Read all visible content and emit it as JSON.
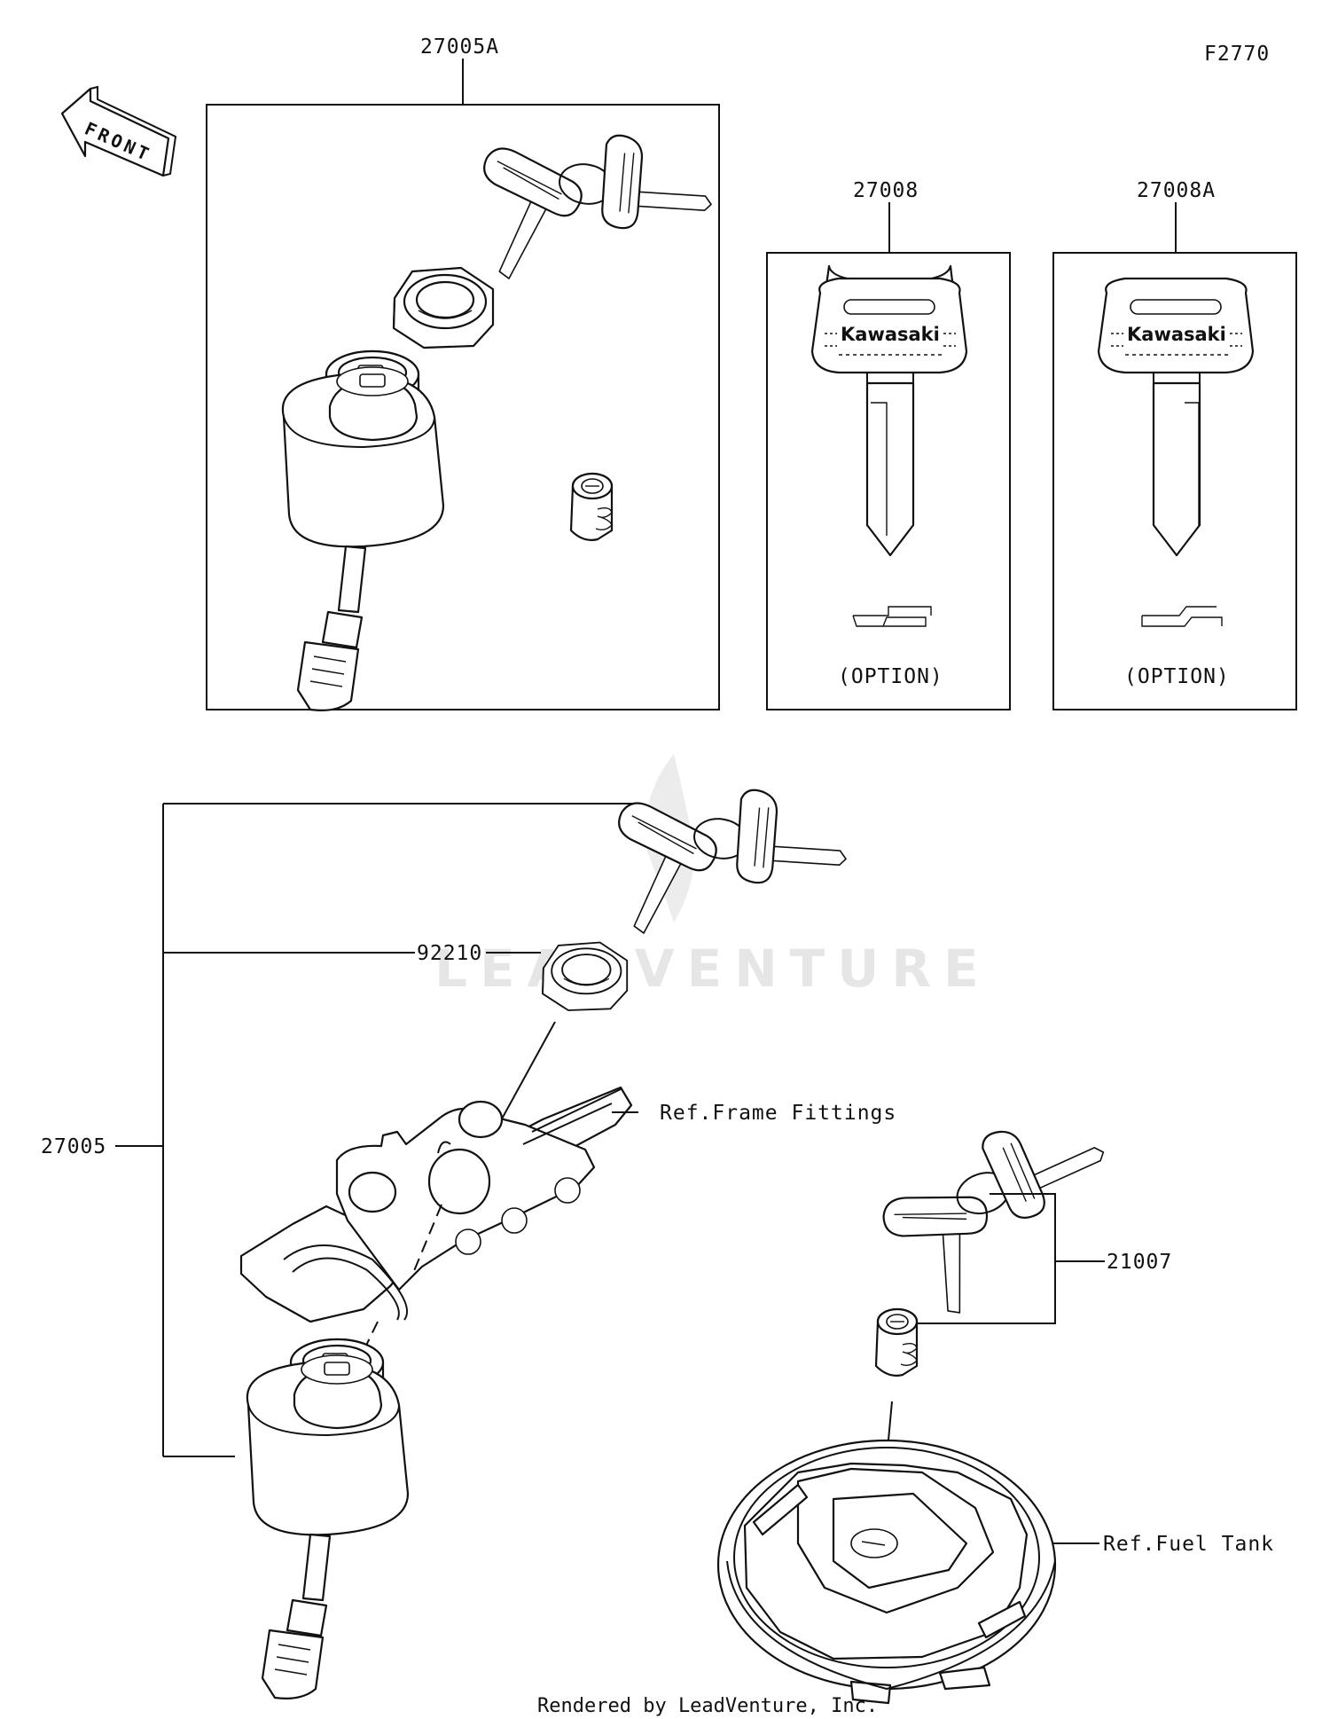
{
  "diagram": {
    "figure_code": "F2770",
    "front_arrow_label": "FRONT",
    "watermark": "LEADVENTURE",
    "footer": "Rendered by LeadVenture, Inc.",
    "key_brand": "Kawasaki",
    "parts": {
      "p27005A": "27005A",
      "p27008": "27008",
      "p27008A": "27008A",
      "p27005": "27005",
      "p92210": "92210",
      "p21007": "21007"
    },
    "option_label": "(OPTION)",
    "refs": {
      "frame_fittings": "Ref.Frame Fittings",
      "fuel_tank": "Ref.Fuel Tank"
    }
  }
}
